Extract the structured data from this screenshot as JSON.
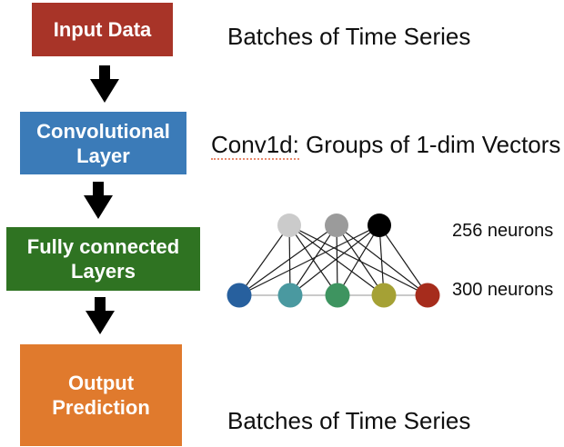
{
  "boxes": {
    "input": {
      "label": "Input Data",
      "color": "#A83428"
    },
    "conv": {
      "line1": "Convolutional",
      "line2": "Layer",
      "color": "#3B7BB8"
    },
    "fc": {
      "line1": "Fully connected",
      "line2": "Layers",
      "color": "#2F7322"
    },
    "output": {
      "line1": "Output",
      "line2": "Prediction",
      "color": "#E07A2D"
    }
  },
  "annotations": {
    "input": "Batches of Time Series",
    "conv_prefix": "Conv1d:",
    "conv_rest": " Groups of 1-dim Vectors",
    "top_neurons": "256 neurons",
    "bottom_neurons": "300 neurons",
    "output": "Batches of Time Series"
  },
  "network": {
    "top_count": 3,
    "bottom_count": 5,
    "top_colors": [
      "#CBCBCB",
      "#9B9B9B",
      "#000000"
    ],
    "bottom_colors": [
      "#27609E",
      "#4A99A0",
      "#3E9460",
      "#A5A135",
      "#A62C1C"
    ]
  },
  "colors": {
    "arrow": "#000000"
  }
}
